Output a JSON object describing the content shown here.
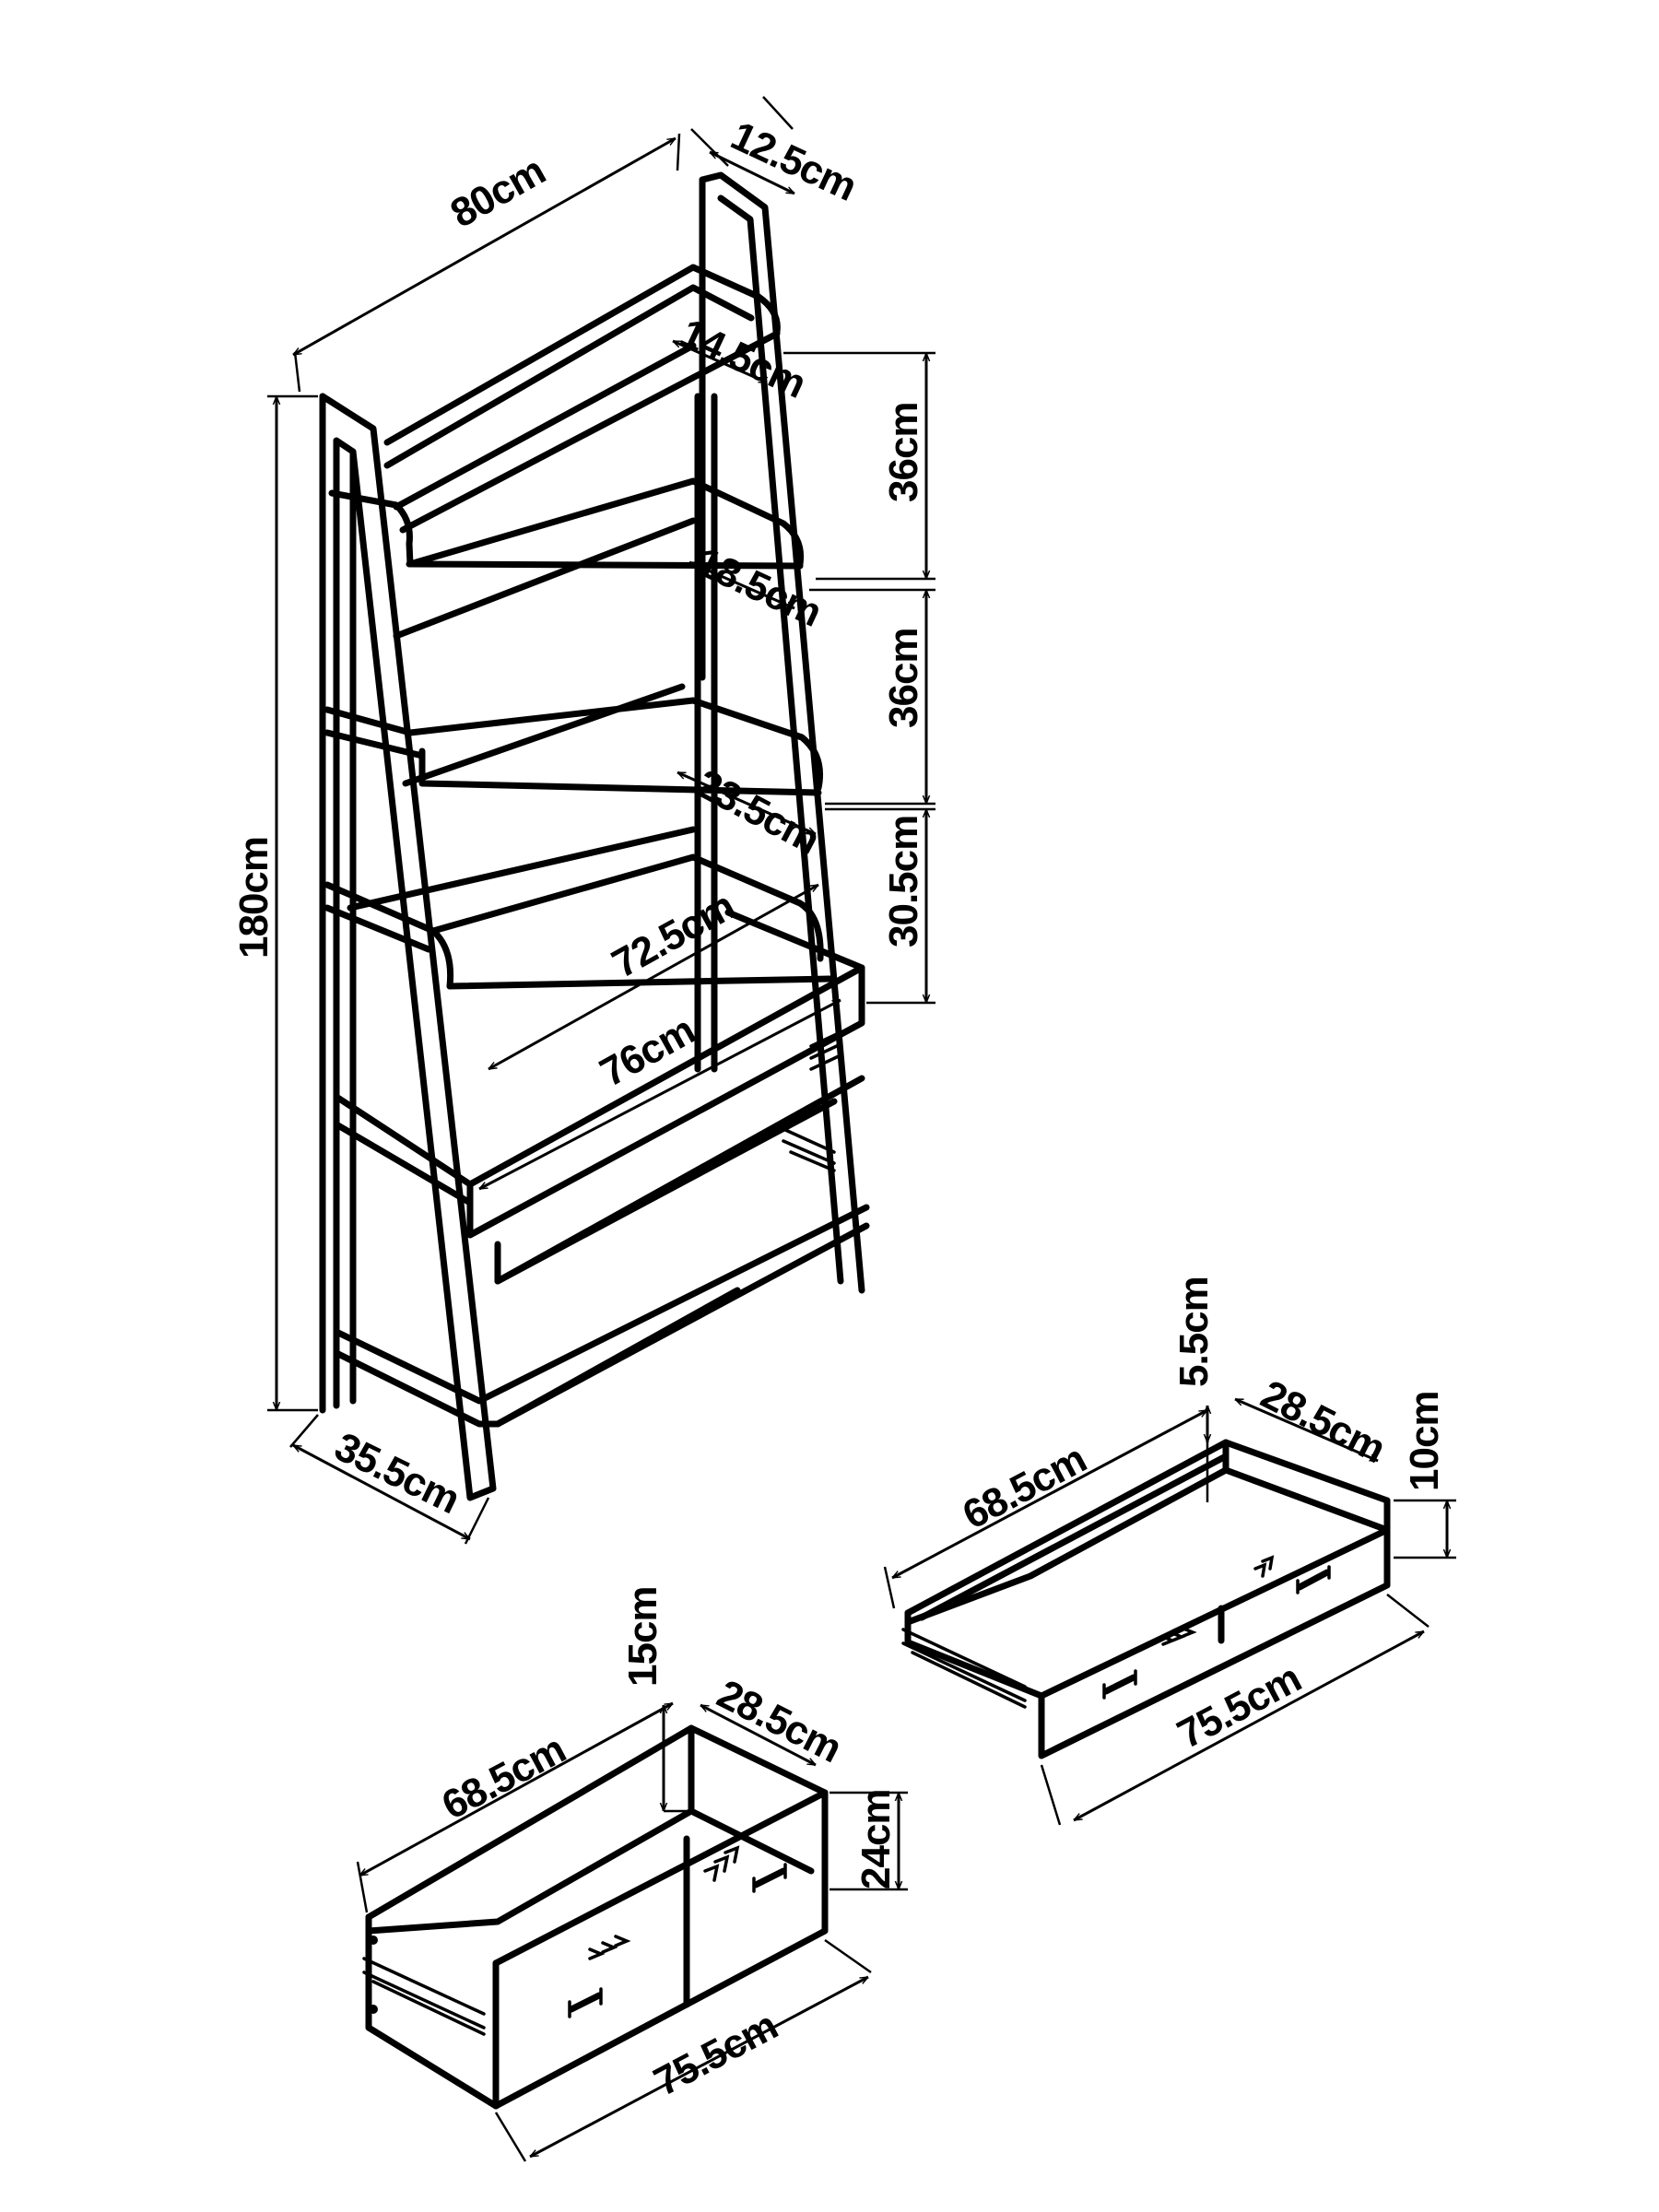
{
  "shelf_unit": {
    "dims": {
      "width": "80cm",
      "top_depth": "12.5cm",
      "shelf1_depth": "14.5cm",
      "shelf2_depth": "18.5cm",
      "shelf3_depth": "23.5cm",
      "gap1": "36cm",
      "gap2": "36cm",
      "gap3": "30.5cm",
      "height": "180cm",
      "inner_width": "72.5cm",
      "desk_width": "76cm",
      "base_depth": "35.5cm"
    }
  },
  "drawer_small": {
    "dims": {
      "length": "68.5cm",
      "depth": "28.5cm",
      "inner_height": "5.5cm",
      "front_height": "10cm",
      "front_width": "75.5cm"
    }
  },
  "drawer_large": {
    "dims": {
      "length": "68.5cm",
      "depth": "28.5cm",
      "inner_height": "15cm",
      "front_height": "24cm",
      "front_width": "75.5cm"
    }
  },
  "colors": {
    "line": "#000000",
    "background": "#ffffff"
  }
}
